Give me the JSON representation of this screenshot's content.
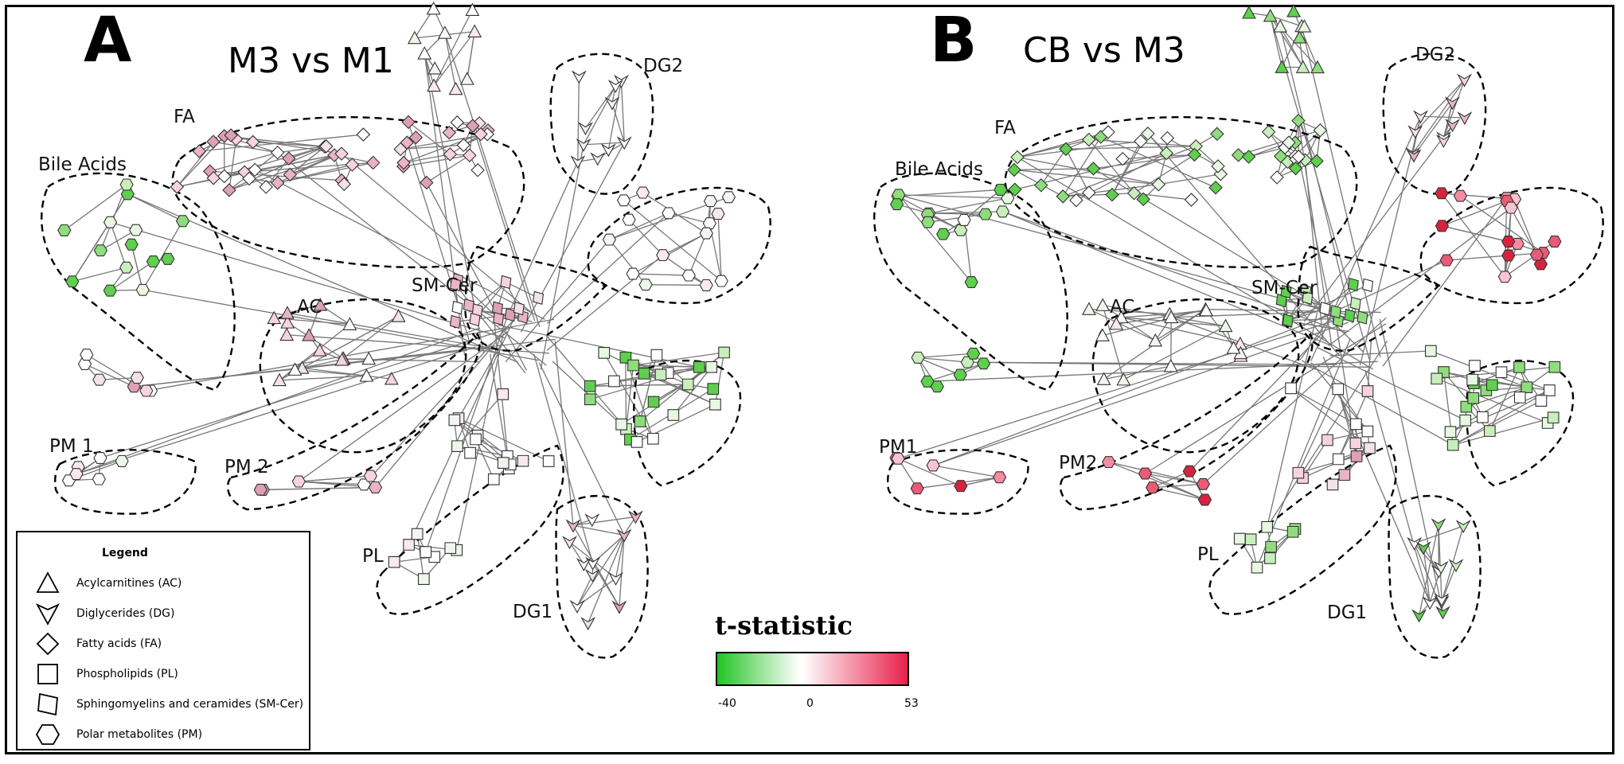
{
  "panels": [
    {
      "letter": "A",
      "title": "M3 vs M1"
    },
    {
      "letter": "B",
      "title": "CB vs M3"
    }
  ],
  "regions_a": {
    "fa": "FA",
    "bile_acids": "Bile Acids",
    "dg2": "DG2",
    "sm_cer": "SM-Cer",
    "ac": "AC",
    "pm1": "PM 1",
    "pm2": "PM 2",
    "pl": "PL",
    "dg1": "DG1"
  },
  "regions_b": {
    "fa": "FA",
    "bile_acids": "Bile Acids",
    "dg2": "DG2",
    "sm_cer": "SM-Cer",
    "ac": "AC",
    "pm1": "PM1",
    "pm2": "PM2",
    "pl": "PL",
    "dg1": "DG1"
  },
  "legend": {
    "title": "Legend",
    "items": [
      {
        "shape": "triangle",
        "label": "Acylcarnitines (AC)"
      },
      {
        "shape": "chevron",
        "label": "Diglycerides (DG)"
      },
      {
        "shape": "diamond",
        "label": "Fatty acids (FA)"
      },
      {
        "shape": "square",
        "label": "Phospholipids (PL)"
      },
      {
        "shape": "parallelogram",
        "label": "Sphingomyelins and ceramides (SM-Cer)"
      },
      {
        "shape": "hexagon",
        "label": "Polar metabolites (PM)"
      }
    ]
  },
  "colorbar": {
    "title": "t-statistic",
    "min_label": "-40",
    "mid_label": "0",
    "max_label": "53",
    "min": -40,
    "mid": 0,
    "max": 53,
    "colors": {
      "low": "#22c422",
      "mid": "#ffffff",
      "high": "#e8204a"
    }
  }
}
